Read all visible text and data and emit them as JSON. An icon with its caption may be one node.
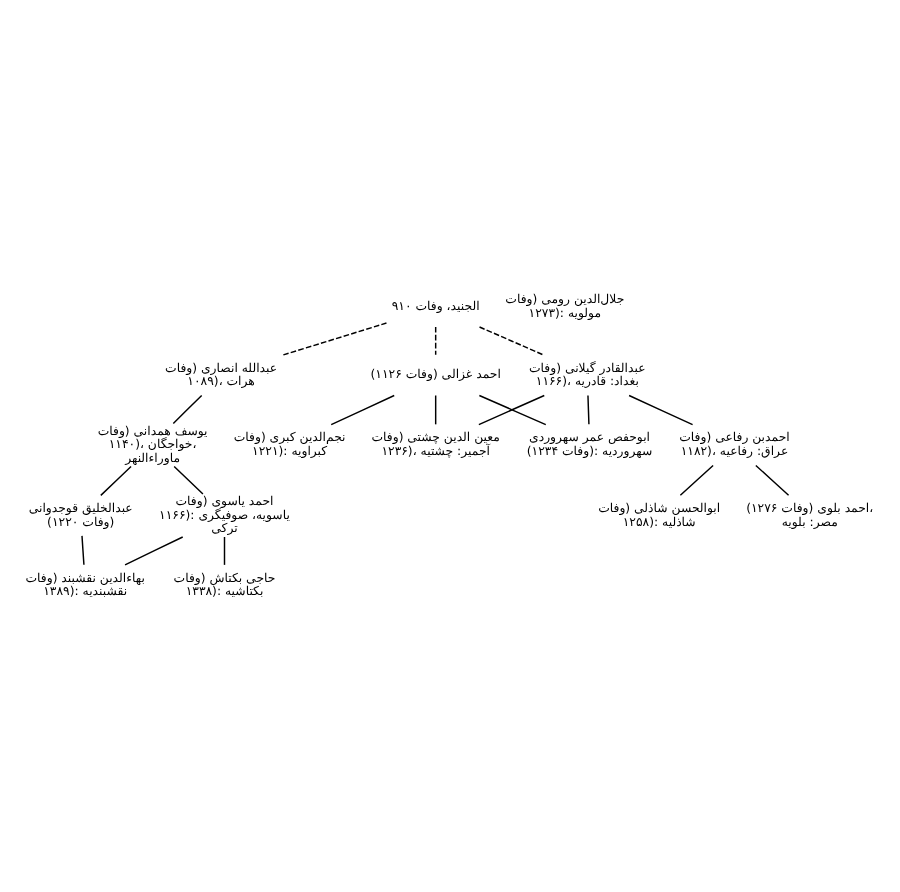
{
  "diagram": {
    "nodes": [
      {
        "text": [
          "الجنید، وفات ۹۱۰"
        ]
      },
      {
        "text": [
          "عبدالله انصاری (وفات ۱۰۸۹)، هرات"
        ]
      },
      {
        "text": [
          "عبدالقادر گیلانی (وفات ۱۱۶۶)، بغداد: قادریه"
        ]
      },
      {
        "text": [
          "احمد غزالی (وفات ۱۱۲۶)"
        ]
      },
      {
        "text": [
          "ابوحفص عمر سهروردی (وفات ۱۲۳۴): سهروردیه"
        ]
      },
      {
        "text": [
          "نجم‌الدین کبری (وفات ۱۲۲۱): کبراویه"
        ]
      },
      {
        "text": [
          "یوسف همدانی (وفات ۱۱۴۰)، خواجگان، ماوراءالنهر"
        ]
      },
      {
        "text": [
          "احمدبن رفاعی (وفات ۱۱۸۲)، عراق: رفاعیه"
        ]
      },
      {
        "text": [
          "جلال‌الدین رومی (وفات ۱۲۷۳): مولویه"
        ]
      },
      {
        "text": [
          "عبدالخلیق قوجدوانی (وفات ۱۲۲۰)"
        ]
      },
      {
        "text": [
          "ابوالحسن شاذلی (وفات ۱۲۵۸): شاذلیه"
        ]
      },
      {
        "text": [
          "احمد یاسوی (وفات ۱۱۶۶): یاسویه، صوفیگری ترکی"
        ]
      },
      {
        "text": [
          "احمد بلوی (وفات ۱۲۷۶)، مصر: بلویه"
        ]
      },
      {
        "text": [
          "معین الدین چشتی (وفات ۱۲۳۶)، آجمیر: چشتیه"
        ]
      },
      {
        "text": [
          "بهاءالدین نقشبند (وفات ۱۳۸۹): نقشبندیه"
        ]
      },
      {
        "text": [
          "حاجی بکتاش (وفات ۱۳۳۸): بکتاشیه"
        ]
      }
    ],
    "edges": [
      {
        "from": 0,
        "to": 1,
        "arrow": "none",
        "style": "dashed"
      },
      {
        "from": 0,
        "to": 2,
        "arrow": "none",
        "style": "dashed"
      },
      {
        "from": 0,
        "to": 3,
        "arrow": "none",
        "style": "dashed"
      },
      {
        "from": 1,
        "to": 6,
        "arrow": "none"
      },
      {
        "from": 2,
        "to": 4,
        "arrow": "none"
      },
      {
        "from": 3,
        "to": 4,
        "arrow": "none"
      },
      {
        "from": 3,
        "to": 5,
        "arrow": "none"
      },
      {
        "from": 3,
        "to": 13,
        "arrow": "none"
      },
      {
        "from": 2,
        "to": 7,
        "arrow": "none"
      },
      {
        "from": 2,
        "to": 13,
        "arrow": "none"
      },
      {
        "from": 6,
        "to": 9,
        "arrow": "none"
      },
      {
        "from": 6,
        "to": 11,
        "arrow": "none"
      },
      {
        "from": 7,
        "to": 12,
        "arrow": "none"
      },
      {
        "from": 7,
        "to": 10,
        "arrow": "none"
      },
      {
        "from": 9,
        "to": 14,
        "arrow": "none"
      },
      {
        "from": 11,
        "to": 14,
        "arrow": "none"
      },
      {
        "from": 11,
        "to": 15,
        "arrow": "none"
      }
    ]
  }
}
